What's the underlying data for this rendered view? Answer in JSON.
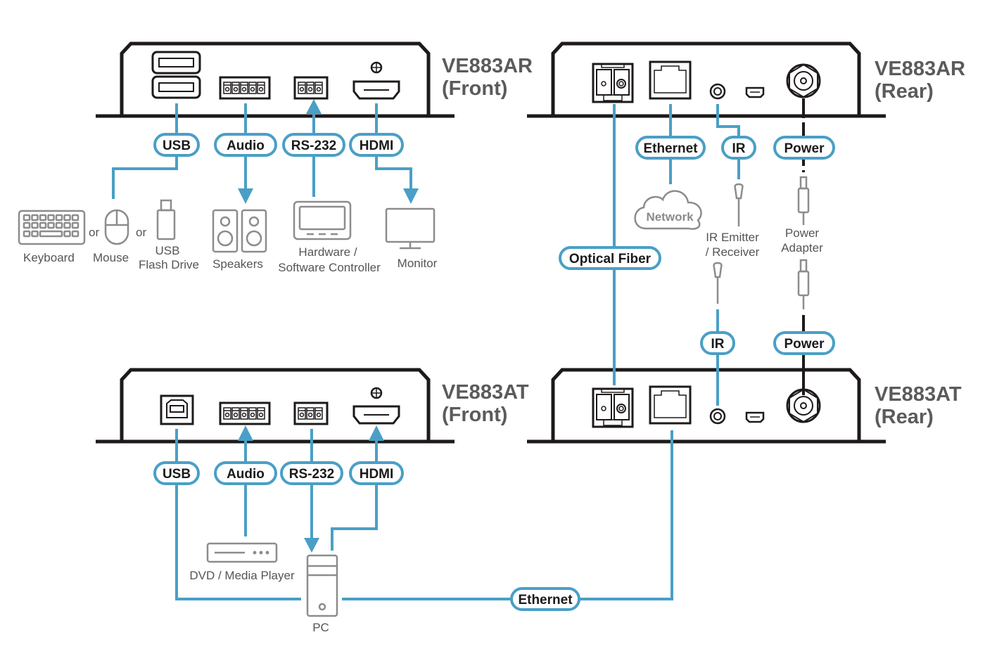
{
  "colors": {
    "accent": "#4a9fc6",
    "device_outline": "#1e1a1a",
    "peripheral_gray": "#8c8c8c",
    "label_gray": "#5b5b5b",
    "power_line": "#1e1a1a"
  },
  "units": {
    "receiver_front": {
      "model": "VE883AR",
      "side": "(Front)"
    },
    "receiver_rear": {
      "model": "VE883AR",
      "side": "(Rear)"
    },
    "transmitter_front": {
      "model": "VE883AT",
      "side": "(Front)"
    },
    "transmitter_rear": {
      "model": "VE883AT",
      "side": "(Rear)"
    }
  },
  "connections": {
    "ar_front": [
      "USB",
      "Audio",
      "RS-232",
      "HDMI"
    ],
    "ar_rear": [
      "Ethernet",
      "IR",
      "Power"
    ],
    "fiber": "Optical Fiber",
    "at_rear": [
      "IR",
      "Power"
    ],
    "at_front": [
      "USB",
      "Audio",
      "RS-232",
      "HDMI"
    ],
    "at_ethernet": "Ethernet"
  },
  "peripherals": {
    "keyboard": "Keyboard",
    "or1": "or",
    "mouse": "Mouse",
    "or2": "or",
    "usb_drive_line1": "USB",
    "usb_drive_line2": "Flash Drive",
    "speakers": "Speakers",
    "controller_line1": "Hardware /",
    "controller_line2": "Software Controller",
    "monitor": "Monitor",
    "network": "Network",
    "ir_line1": "IR Emitter",
    "ir_line2": "/ Receiver",
    "power_line1": "Power",
    "power_line2": "Adapter",
    "dvd": "DVD / Media Player",
    "pc": "PC"
  }
}
